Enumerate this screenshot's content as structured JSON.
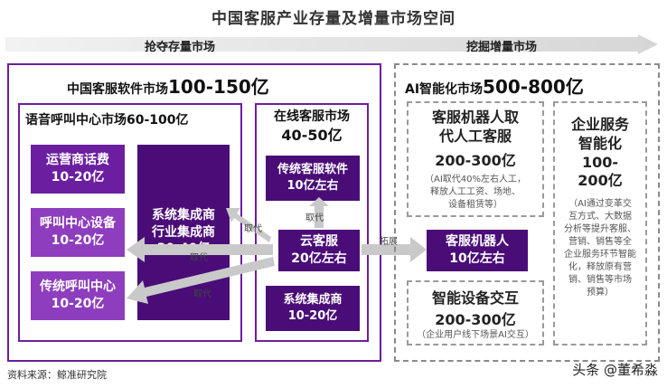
{
  "title": "中国客服产业存量及增量市场空间",
  "band": {
    "left_label": "抢夺存量市场",
    "right_label": "挖掘增量市场"
  },
  "left_market": {
    "title": "中国客服软件市场",
    "value": "100-150亿"
  },
  "voice": {
    "title": "语音呼叫中心市场60-100亿",
    "telecom": [
      "运营商话费",
      "10-20亿"
    ],
    "callcenter_device": [
      "呼叫中心设备",
      "10-20亿"
    ],
    "legacy_callcenter": [
      "传统呼叫中心",
      "10-20亿"
    ],
    "integrator": [
      "系统集成商",
      "行业集成商",
      "30-40亿"
    ]
  },
  "online": {
    "title_line1": "在线客服市场",
    "title_line2": "40-50亿",
    "legacy_software": [
      "传统客服软件",
      "10亿左右"
    ],
    "cloud": [
      "云客服",
      "20亿左右"
    ],
    "integrator": [
      "系统集成商",
      "10-20亿"
    ]
  },
  "arrows": {
    "replace": "取代",
    "expand": "拓展"
  },
  "right_market": {
    "title": "AI智能化市场",
    "value": "500-800亿",
    "robot_replace": {
      "title_line1": "客服机器人取",
      "title_line2": "代人工客服",
      "value": "200-300亿",
      "note_line1": "（AI取代40%左右人工，",
      "note_line2": "释放人工工资、场地、",
      "note_line3": "设备租赁等）"
    },
    "robot": [
      "客服机器人",
      "10亿左右"
    ],
    "device": {
      "title": "智能设备交互",
      "value": "200-300亿",
      "note": "（企业用户线下场景AI交互）"
    },
    "enterprise": {
      "title_line1": "企业服务",
      "title_line2": "智能化",
      "value_line1": "100-",
      "value_line2": "200亿",
      "note": [
        "（AI通过变革交",
        "互方式、大数据",
        "分析等提升客服、",
        "营销、销售等全",
        "企业服务环节智能",
        "化，释放原有营",
        "销、销售等市场",
        "预算）"
      ]
    }
  },
  "source": "资料来源：鲸准研究院",
  "watermark": "头条 @董希淼",
  "colors": {
    "primary": "#6b1fa0",
    "dark": "#4a0d78",
    "arrow": "#c8c8c8"
  }
}
